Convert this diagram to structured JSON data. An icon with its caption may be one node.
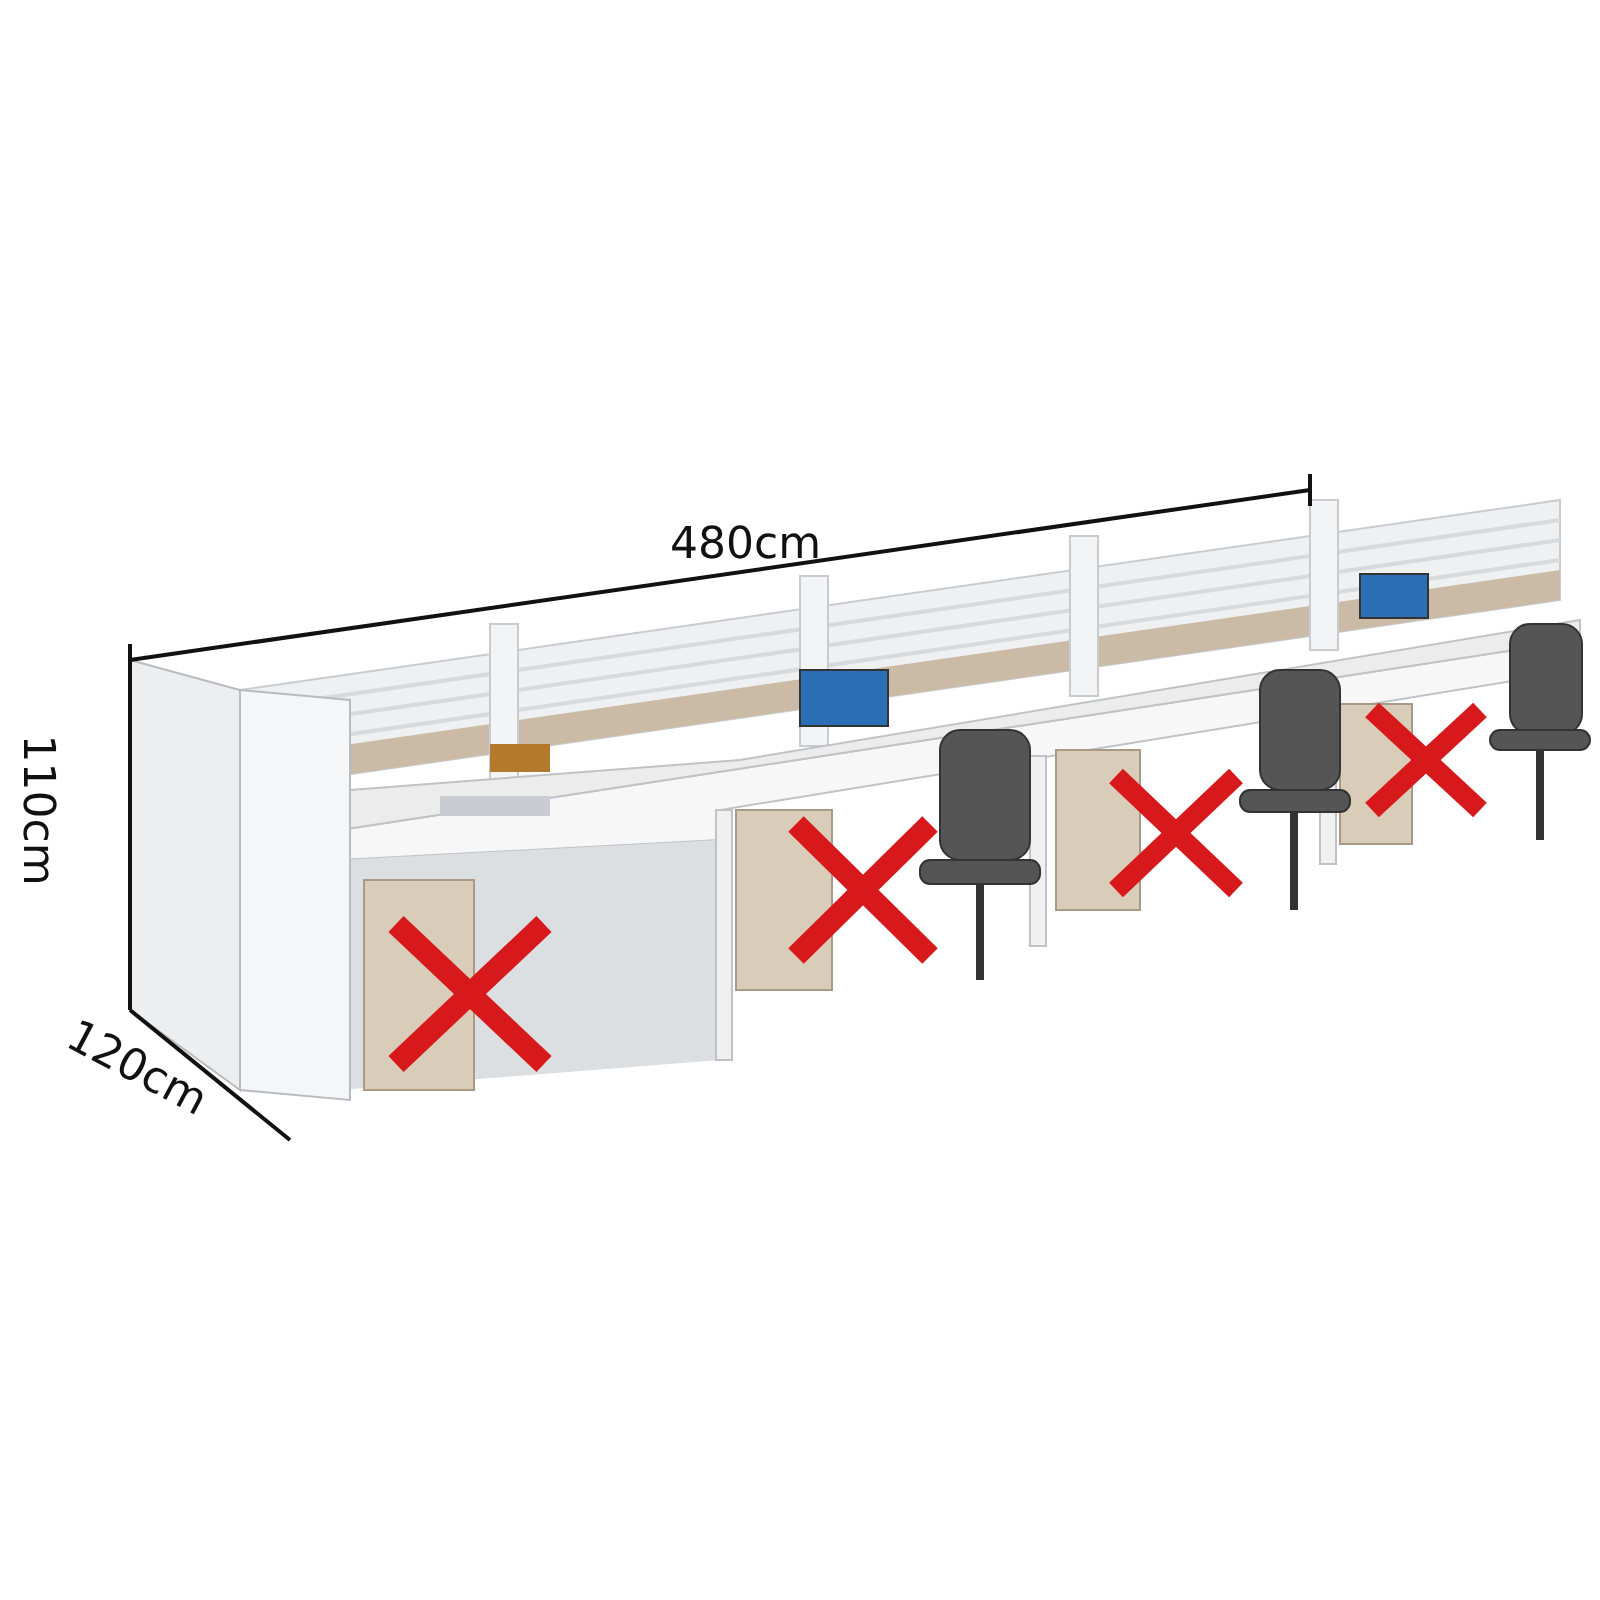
{
  "diagram": {
    "labels": [
      "480cm",
      "110cm",
      "120cm"
    ]
  }
}
